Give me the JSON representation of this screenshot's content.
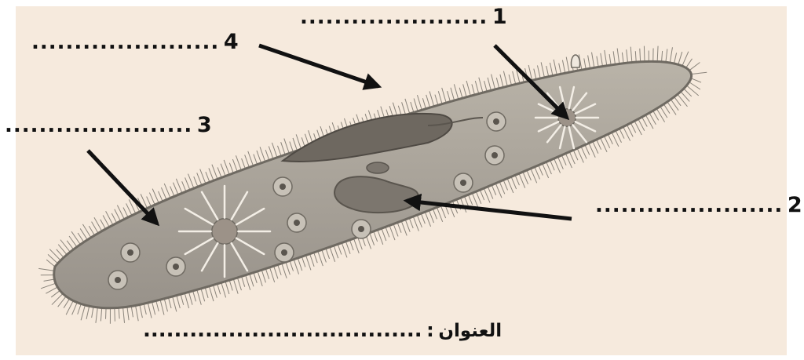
{
  "labels": [
    {
      "number": "1",
      "blank": "......................"
    },
    {
      "number": "2",
      "blank": "......................"
    },
    {
      "number": "3",
      "blank": "......................"
    },
    {
      "number": "4",
      "blank": "......................"
    }
  ],
  "caption": {
    "word": "العنوان",
    "colon": ":",
    "blank": "...................................."
  },
  "colors": {
    "background": "#f6eadd",
    "organism": "#a7a197",
    "organism_edge": "#6f6a62",
    "arrow": "#111111"
  }
}
